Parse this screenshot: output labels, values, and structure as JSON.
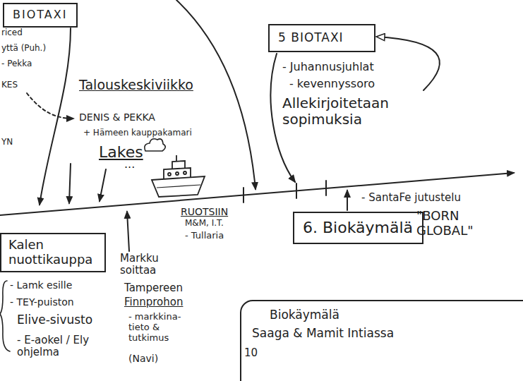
{
  "diagram": {
    "nodes": [
      {
        "text": [
          "BIOTAXI"
        ]
      },
      {
        "text": [
          "5 BIOTAXI"
        ]
      },
      {
        "text": [
          "Kalen nuottikauppa"
        ]
      },
      {
        "text": [
          "6. Biokäymälä"
        ]
      },
      {
        "text": [
          "Biokäymälä",
          "Saaga & Mamit Intiassa"
        ]
      }
    ],
    "labels": [
      "riced",
      "yttä (Puh.)",
      "- Pekka",
      "KES",
      "YN",
      "Talouskeskiviikko",
      "DENIS & PEKKA",
      "+ Hämeen kauppakamari",
      "Lakes",
      "...",
      "- Juhannusjuhlat",
      "- kevennyssoro",
      "Allekirjoitetaan sopimuksia",
      "RUOTSIIN",
      "M&M, I.T.",
      "- Tullaria",
      "- SantaFe jutustelu",
      "\"BORN GLOBAL\"",
      "- Lamk esille",
      "- TEY-puiston",
      "Elive-sivusto",
      "- E-aokel / Ely ohjelma",
      "Markku soittaa",
      "Tampereen",
      "Finnprohon",
      "- markkina-tieto & tutkimus",
      "(Navi)",
      "10"
    ]
  }
}
